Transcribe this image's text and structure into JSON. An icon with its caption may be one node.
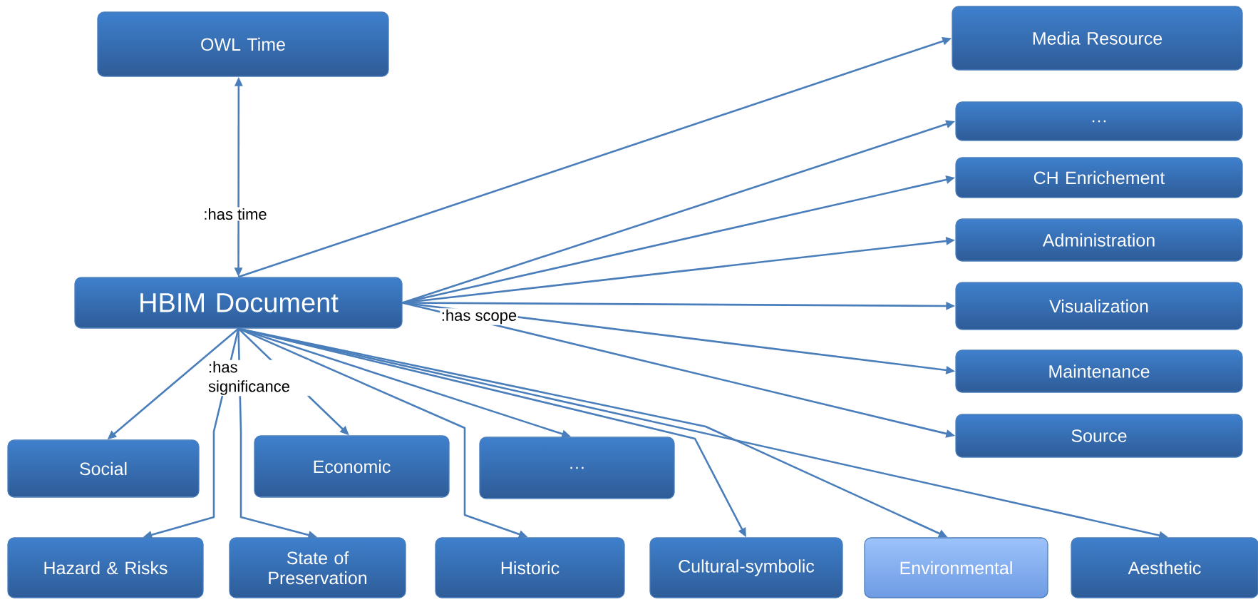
{
  "diagram": {
    "nodes": [
      {
        "text": [
          "OWL Time"
        ]
      },
      {
        "text": [
          "Media Resource"
        ]
      },
      {
        "text": [
          "…"
        ]
      },
      {
        "text": [
          "CH Enrichement"
        ]
      },
      {
        "text": [
          "Administration"
        ]
      },
      {
        "text": [
          "HBIM Document"
        ]
      },
      {
        "text": [
          "Visualization"
        ]
      },
      {
        "text": [
          "Maintenance"
        ]
      },
      {
        "text": [
          "Source"
        ]
      },
      {
        "text": [
          "Social"
        ]
      },
      {
        "text": [
          "Economic"
        ]
      },
      {
        "text": [
          "…"
        ]
      },
      {
        "text": [
          "Hazard & Risks"
        ]
      },
      {
        "text": [
          "State of Preservation"
        ]
      },
      {
        "text": [
          "Historic"
        ]
      },
      {
        "text": [
          "Cultural-symbolic"
        ]
      },
      {
        "text": [
          "Environmental"
        ]
      },
      {
        "text": [
          "Aesthetic"
        ]
      }
    ],
    "edges": [
      {
        "from": 5,
        "to": 0,
        "arrow": "both",
        "label": ":has time"
      },
      {
        "from": 5,
        "to": 1,
        "arrow": "to"
      },
      {
        "from": 5,
        "to": 2,
        "arrow": "to"
      },
      {
        "from": 5,
        "to": 3,
        "arrow": "to"
      },
      {
        "from": 5,
        "to": 4,
        "arrow": "to"
      },
      {
        "from": 5,
        "to": 6,
        "arrow": "to",
        "label": ":has scope"
      },
      {
        "from": 5,
        "to": 7,
        "arrow": "to"
      },
      {
        "from": 5,
        "to": 8,
        "arrow": "to"
      },
      {
        "from": 5,
        "to": 9,
        "arrow": "to",
        "label": ":has significance"
      },
      {
        "from": 5,
        "to": 12,
        "arrow": "to"
      },
      {
        "from": 5,
        "to": 10,
        "arrow": "to"
      },
      {
        "from": 5,
        "to": 13,
        "arrow": "to"
      },
      {
        "from": 5,
        "to": 14,
        "arrow": "to"
      },
      {
        "from": 5,
        "to": 11,
        "arrow": "to"
      },
      {
        "from": 5,
        "to": 15,
        "arrow": "to"
      },
      {
        "from": 5,
        "to": 16,
        "arrow": "to"
      },
      {
        "from": 5,
        "to": 17,
        "arrow": "to"
      }
    ]
  }
}
